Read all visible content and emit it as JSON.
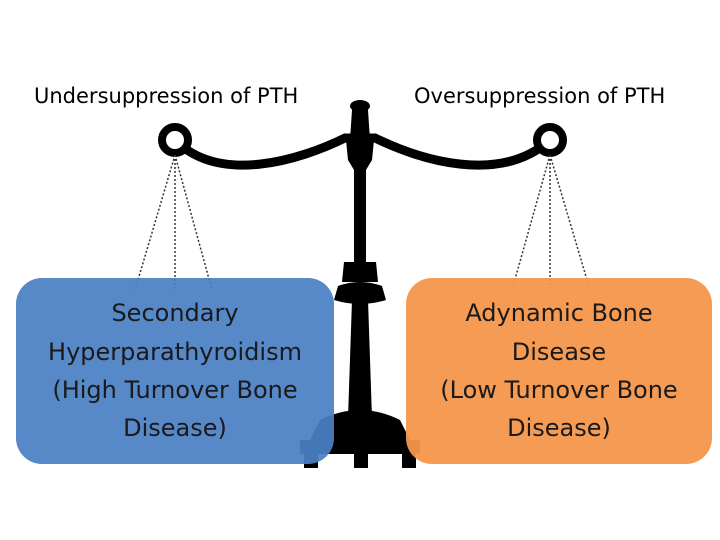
{
  "left": {
    "heading": "Undersuppression of PTH",
    "box_lines": [
      "Secondary",
      "Hyperparathyroidism",
      "(High Turnover Bone",
      "Disease)"
    ]
  },
  "right": {
    "heading": "Oversuppression of PTH",
    "box_lines": [
      "Adynamic Bone",
      "Disease",
      "(Low Turnover Bone",
      "Disease)"
    ]
  },
  "colors": {
    "left_box": "#4a7fc4",
    "right_box": "#f6964a",
    "scale": "#000000"
  }
}
